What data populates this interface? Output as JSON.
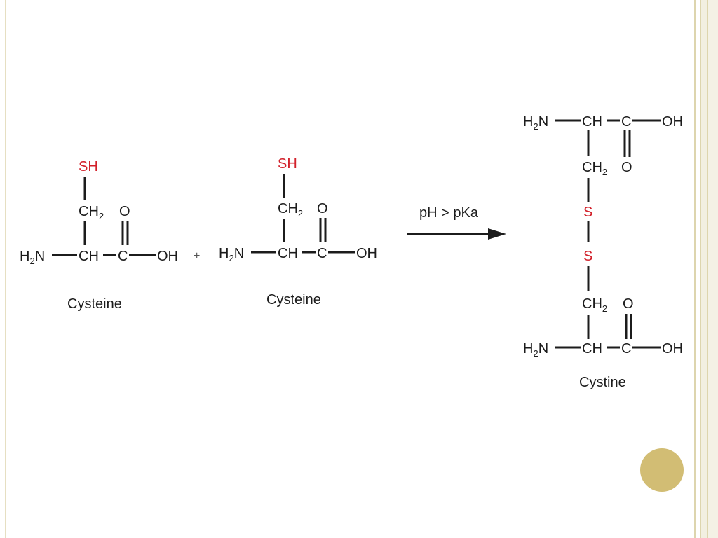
{
  "colors": {
    "bond": "#1c1c1c",
    "thiol": "#d2202a",
    "accent_dot": "#d2bd74",
    "frame": "#ddd5ae"
  },
  "reactant1": {
    "sh": "SH",
    "ch2": "CH",
    "ch2_sub": "2",
    "o": "O",
    "h2n": "H",
    "h2n_sub": "2",
    "h2n_n": "N",
    "ch": "CH",
    "c": "C",
    "oh": "OH",
    "name": "Cysteine"
  },
  "plus": "+",
  "reactant2": {
    "sh": "SH",
    "ch2": "CH",
    "ch2_sub": "2",
    "o": "O",
    "h2n": "H",
    "h2n_sub": "2",
    "h2n_n": "N",
    "ch": "CH",
    "c": "C",
    "oh": "OH",
    "name": "Cysteine"
  },
  "arrow_label": "pH > pKa",
  "product": {
    "top_h2n": "H",
    "top_h2n_sub": "2",
    "top_h2n_n": "N",
    "top_ch": "CH",
    "top_c": "C",
    "top_oh": "OH",
    "top_o": "O",
    "top_ch2": "CH",
    "top_ch2_sub": "2",
    "s1": "S",
    "s2": "S",
    "bot_ch2": "CH",
    "bot_ch2_sub": "2",
    "bot_o": "O",
    "bot_h2n": "H",
    "bot_h2n_sub": "2",
    "bot_h2n_n": "N",
    "bot_ch": "CH",
    "bot_c": "C",
    "bot_oh": "OH",
    "name": "Cystine"
  }
}
